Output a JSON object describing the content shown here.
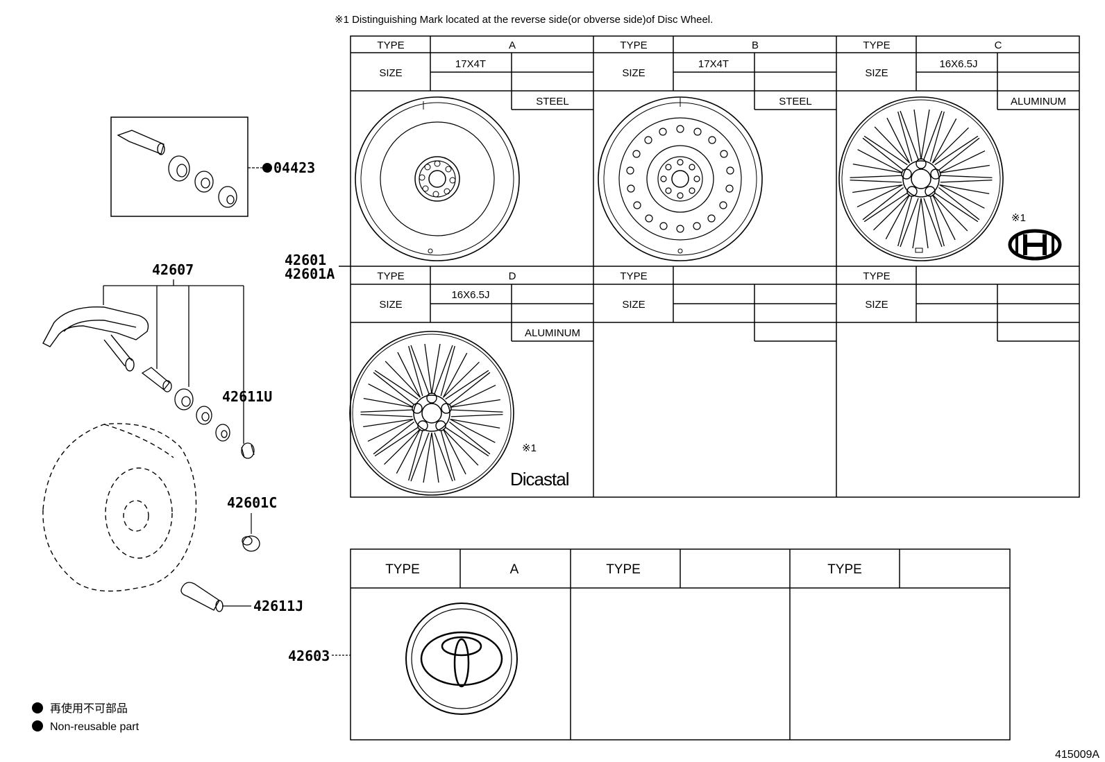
{
  "header_note": "※1 Distinguishing Mark located at the reverse side(or obverse side)of Disc Wheel.",
  "diagram_id": "415009A",
  "labels": {
    "type": "TYPE",
    "size": "SIZE",
    "mark_ref": "※1",
    "dicastal_logo": "Dicastal"
  },
  "parts": {
    "valve_kit": "04423",
    "sensor": "42607",
    "cap_u": "42611U",
    "disc_wheel_1": "42601",
    "disc_wheel_2": "42601A",
    "nut": "42601C",
    "valve_j": "42611J",
    "ornament": "42603"
  },
  "wheel_types": {
    "a": {
      "type": "A",
      "size": "17X4T",
      "material": "STEEL"
    },
    "b": {
      "type": "B",
      "size": "17X4T",
      "material": "STEEL"
    },
    "c": {
      "type": "C",
      "size": "16X6.5J",
      "material": "ALUMINUM"
    },
    "d": {
      "type": "D",
      "size": "16X6.5J",
      "material": "ALUMINUM"
    }
  },
  "ornament_types": {
    "a": {
      "type": "A"
    }
  },
  "legend": {
    "japanese": "再使用不可部品",
    "english": "Non-reusable part"
  }
}
